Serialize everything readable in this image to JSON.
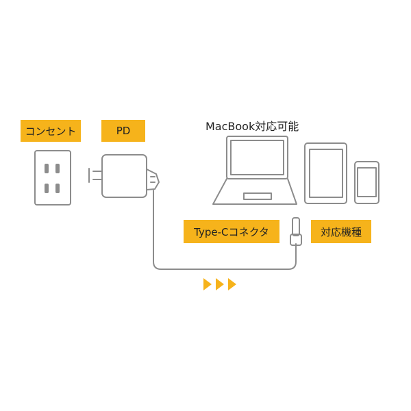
{
  "labels": {
    "outlet": "コンセント",
    "pd": "PD",
    "macbook": "MacBook対応可能",
    "connector": "Type-Cコネクタ",
    "devices": "対応機種"
  },
  "colors": {
    "label_bg": "#f6b31b",
    "stroke": "#8c8c8c",
    "arrow": "#f6b31b"
  },
  "icons": [
    "wall-outlet-icon",
    "power-adapter-icon",
    "laptop-icon",
    "tablet-icon",
    "smartphone-icon",
    "type-c-plug-icon",
    "flow-arrow-icon"
  ]
}
